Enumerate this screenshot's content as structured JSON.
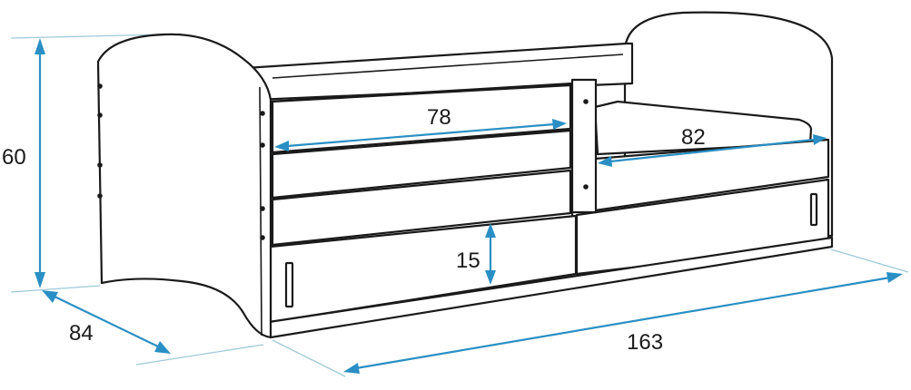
{
  "dimensions": {
    "height": "60",
    "depth": "84",
    "length": "163",
    "rail_length": "78",
    "mattress_length": "82",
    "drawer_height": "15"
  },
  "colors": {
    "outline": "#1a1a1a",
    "dimension_line": "#2a8fc4",
    "extension_line": "#9ec9d8"
  }
}
